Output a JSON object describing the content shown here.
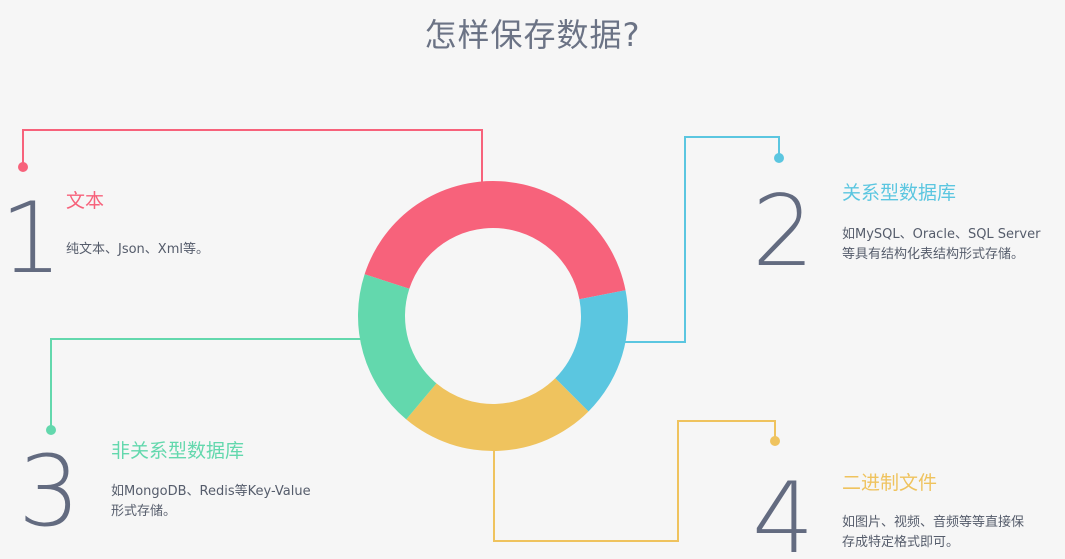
{
  "title": "怎样保存数据?",
  "colors": {
    "red": "#f7627b",
    "blue": "#5bc6e0",
    "green": "#63d8ad",
    "yellow": "#efc35e",
    "number": "#636b80",
    "background": "#f6f6f6"
  },
  "items": [
    {
      "number": "1",
      "heading": "文本",
      "desc_lines": [
        "纯文本、Json、Xml等。"
      ],
      "color": "#f7627b"
    },
    {
      "number": "2",
      "heading": "关系型数据库",
      "desc_lines": [
        "如MySQL、Oracle、SQL Server",
        "等具有结构化表结构形式存储。"
      ],
      "color": "#5bc6e0"
    },
    {
      "number": "3",
      "heading": "非关系型数据库",
      "desc_lines": [
        "如MongoDB、Redis等Key-Value",
        "形式存储。"
      ],
      "color": "#63d8ad"
    },
    {
      "number": "4",
      "heading": "二进制文件",
      "desc_lines": [
        "如图片、视频、音频等等直接保",
        "存成特定格式即可。"
      ],
      "color": "#efc35e"
    }
  ]
}
